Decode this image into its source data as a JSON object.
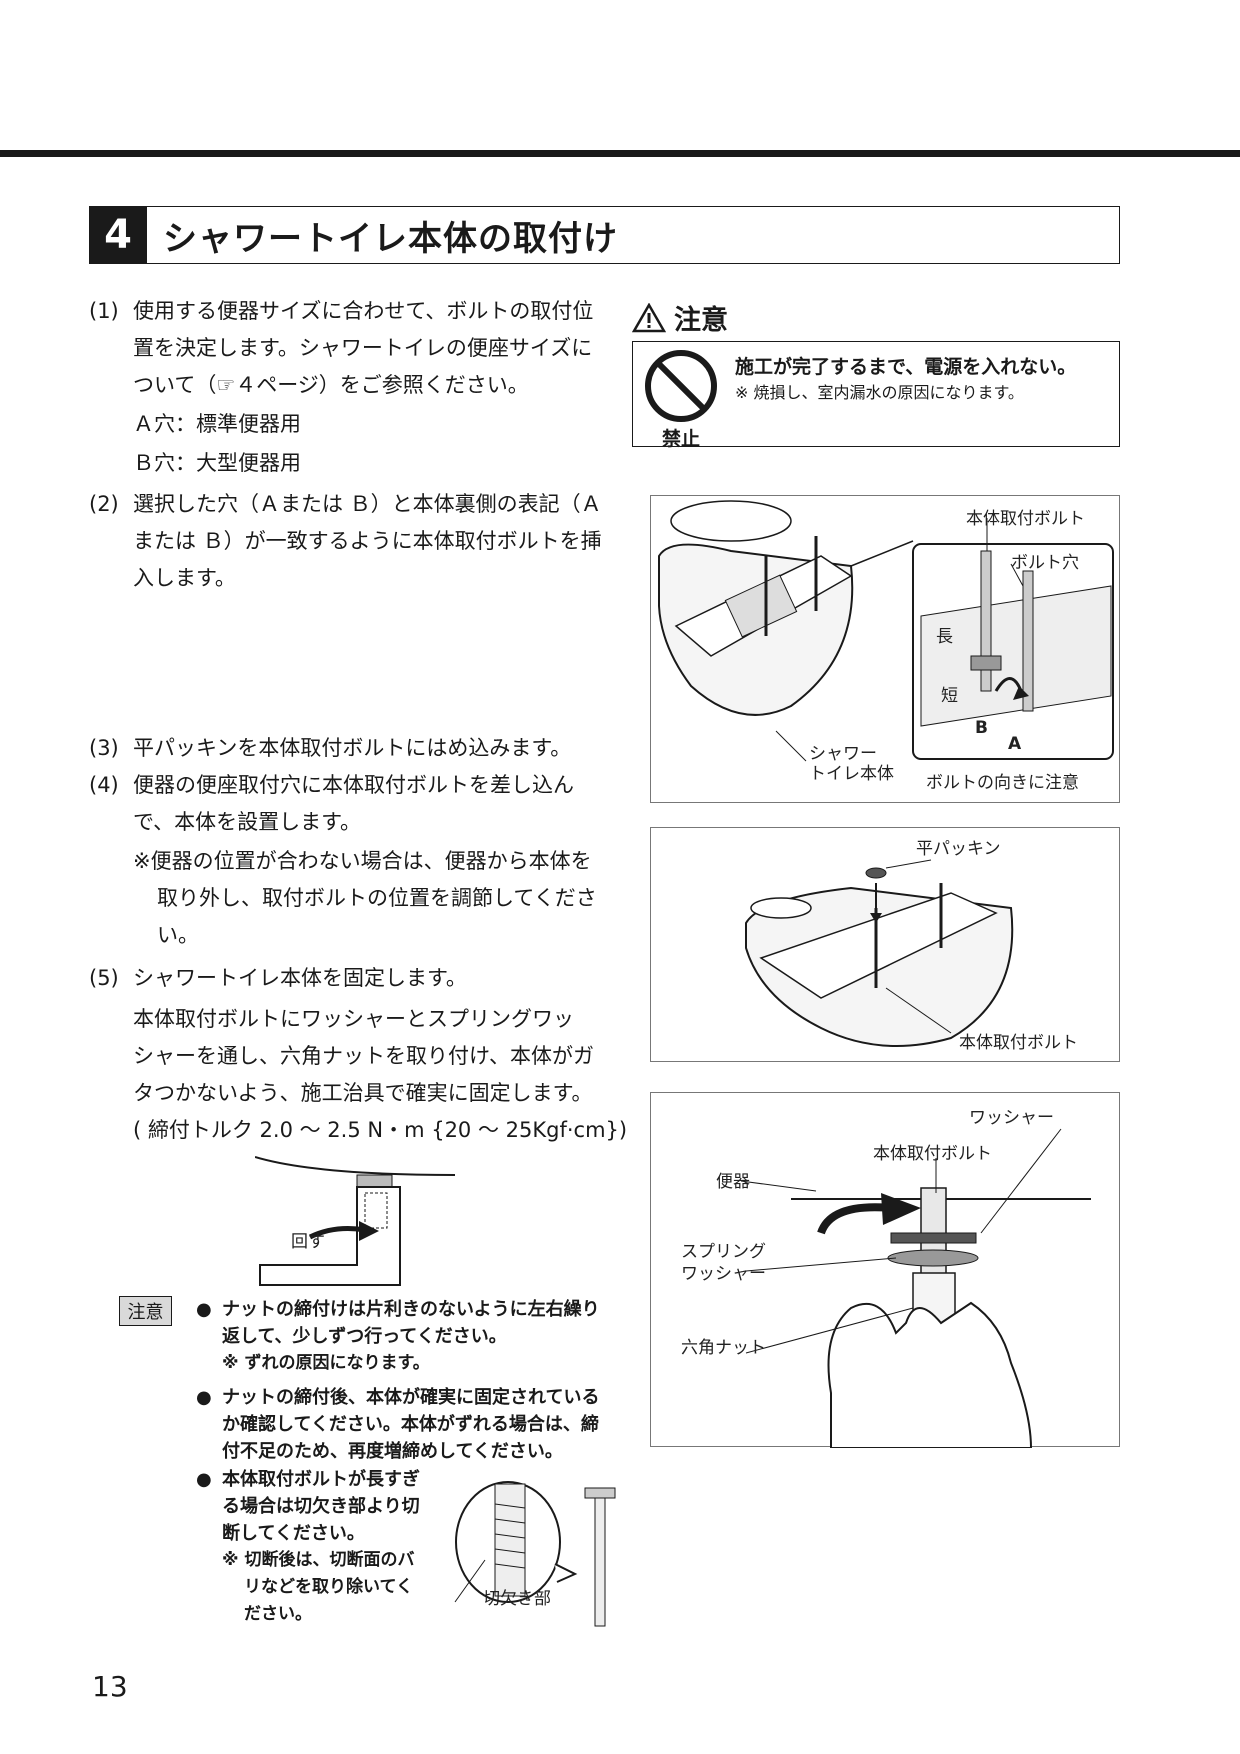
{
  "section": {
    "number": "4",
    "title": "シャワートイレ本体の取付け"
  },
  "steps": {
    "s1": {
      "num": "(1)",
      "lines": [
        "使用する便器サイズに合わせて、ボルトの取付位",
        "置を決定します。シャワートイレの便座サイズに",
        "ついて（☞４ページ）をご参照ください。"
      ],
      "holeA": "Ａ穴：標準便器用",
      "holeB": "Ｂ穴：大型便器用"
    },
    "s2": {
      "num": "(2)",
      "lines": [
        "選択した穴（Ａまたは Ｂ）と本体裏側の表記（Ａ",
        "または Ｂ）が一致するように本体取付ボルトを挿",
        "入します。"
      ]
    },
    "s3": {
      "num": "(3)",
      "lines": [
        "平パッキンを本体取付ボルトにはめ込みます。"
      ]
    },
    "s4": {
      "num": "(4)",
      "lines": [
        "便器の便座取付穴に本体取付ボルトを差し込ん",
        "で、本体を設置します。"
      ],
      "note_lines": [
        "※便器の位置が合わない場合は、便器から本体を",
        "取り外し、取付ボルトの位置を調節してくださ",
        "い。"
      ]
    },
    "s5": {
      "num": "(5)",
      "lines": [
        "シャワートイレ本体を固定します。"
      ],
      "detail_lines": [
        "本体取付ボルトにワッシャーとスプリングワッ",
        "シャーを通し、六角ナットを取り付け、本体がガ",
        "タつかないよう、施工治具で確実に固定します。"
      ],
      "torque": "( 締付トルク 2.0 ～ 2.5 N・m {20 ～ 25Kgf·cm})"
    }
  },
  "caution": {
    "label": "注意",
    "prohibit_label": "禁止",
    "main": "施工が完了するまで、電源を入れない。",
    "sub": "※ 焼損し、室内漏水の原因になります。"
  },
  "figures": {
    "fig1": {
      "bolt_label": "本体取付ボルト",
      "hole_label": "ボルト穴",
      "long_label": "長",
      "short_label": "短",
      "mark_b": "B",
      "mark_a": "A",
      "body_label": [
        "シャワー",
        "トイレ本体"
      ],
      "direction_label": "ボルトの向きに注意"
    },
    "fig2": {
      "packing_label": "平パッキン",
      "bolt_label": "本体取付ボルト"
    },
    "fig3": {
      "washer_label": "ワッシャー",
      "bolt_label": "本体取付ボルト",
      "bowl_label": "便器",
      "spring_label": [
        "スプリング",
        "ワッシャー"
      ],
      "nut_label": "六角ナット"
    },
    "wrench": {
      "turn_label": "回す"
    },
    "cut": {
      "notch_label": "切欠き部"
    }
  },
  "notes": {
    "badge": "注意",
    "n1": {
      "lines": [
        "ナットの締付けは片利きのないように左右繰り",
        "返して、少しずつ行ってください。"
      ],
      "sub": "※ ずれの原因になります。"
    },
    "n2": {
      "lines": [
        "ナットの締付後、本体が確実に固定されている",
        "か確認してください。本体がずれる場合は、締",
        "付不足のため、再度増締めしてください。"
      ]
    },
    "n3": {
      "lines": [
        "本体取付ボルトが長すぎ",
        "る場合は切欠き部より切",
        "断してください。"
      ],
      "sub_lines": [
        "※ 切断後は、切断面のバ",
        "リなどを取り除いてく",
        "ださい。"
      ]
    }
  },
  "page_number": "13"
}
